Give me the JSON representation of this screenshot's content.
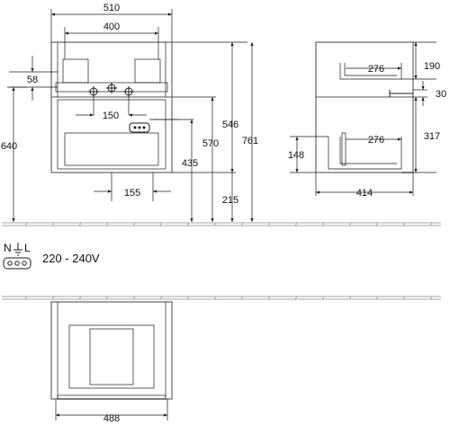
{
  "front_view": {
    "dim_width": "510",
    "dim_inner_width": "400",
    "dim_58": "58",
    "dim_150": "150",
    "dim_155": "155",
    "dim_640": "640",
    "dim_546": "546",
    "dim_570": "570",
    "dim_761": "761",
    "dim_435": "435",
    "dim_215": "215"
  },
  "side_view": {
    "dim_276_top": "276",
    "dim_190": "190",
    "dim_30": "30",
    "dim_276_bottom": "276",
    "dim_317": "317",
    "dim_148": "148",
    "dim_414": "414"
  },
  "electrical": {
    "symbol_n": "N",
    "symbol_l": "L",
    "voltage": "220 - 240V"
  },
  "top_view": {
    "dim_488": "488"
  },
  "colors": {
    "line": "#1a1a1a",
    "cabinet_outline": "#8a8a8a",
    "floor": "#a5a5a5"
  }
}
